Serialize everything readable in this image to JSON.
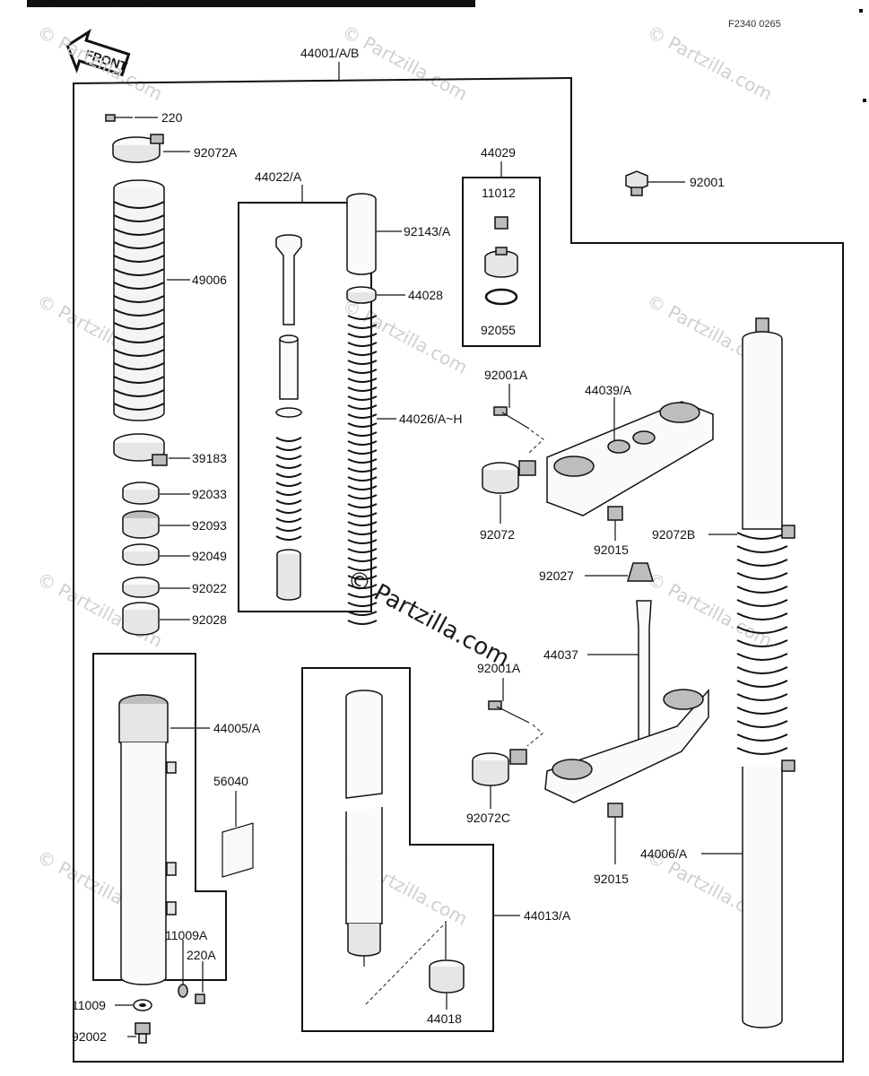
{
  "header": {
    "title_fragment": "80-83 KDX250 E1/B2/C3 FRAME",
    "figure_code": "F2340 0265",
    "front_label": "FRONT"
  },
  "watermark": {
    "text": "© Partzilla.com",
    "center_text": "© Partzilla.com"
  },
  "labels": {
    "l44001": "44001/A/B",
    "l220": "220",
    "l92072A": "92072A",
    "l44022": "44022/A",
    "l44029": "44029",
    "l11012": "11012",
    "l92001": "92001",
    "l92143": "92143/A",
    "l49006": "49006",
    "l44028": "44028",
    "l92055": "92055",
    "l92001A_top": "92001A",
    "l44039": "44039/A",
    "l44026": "44026/A~H",
    "l39183": "39183",
    "l92033": "92033",
    "l92072": "92072",
    "l92015_top": "92015",
    "l92072B": "92072B",
    "l92093": "92093",
    "l92049": "92049",
    "l92027": "92027",
    "l92022": "92022",
    "l92028": "92028",
    "l44037": "44037",
    "l92001A_bot": "92001A",
    "l44005": "44005/A",
    "l56040": "56040",
    "l92072C": "92072C",
    "l44006": "44006/A",
    "l92015_bot": "92015",
    "l11009A": "11009A",
    "l220A": "220A",
    "l44013": "44013/A",
    "l11009": "11009",
    "l92002": "92002",
    "l44018": "44018"
  }
}
